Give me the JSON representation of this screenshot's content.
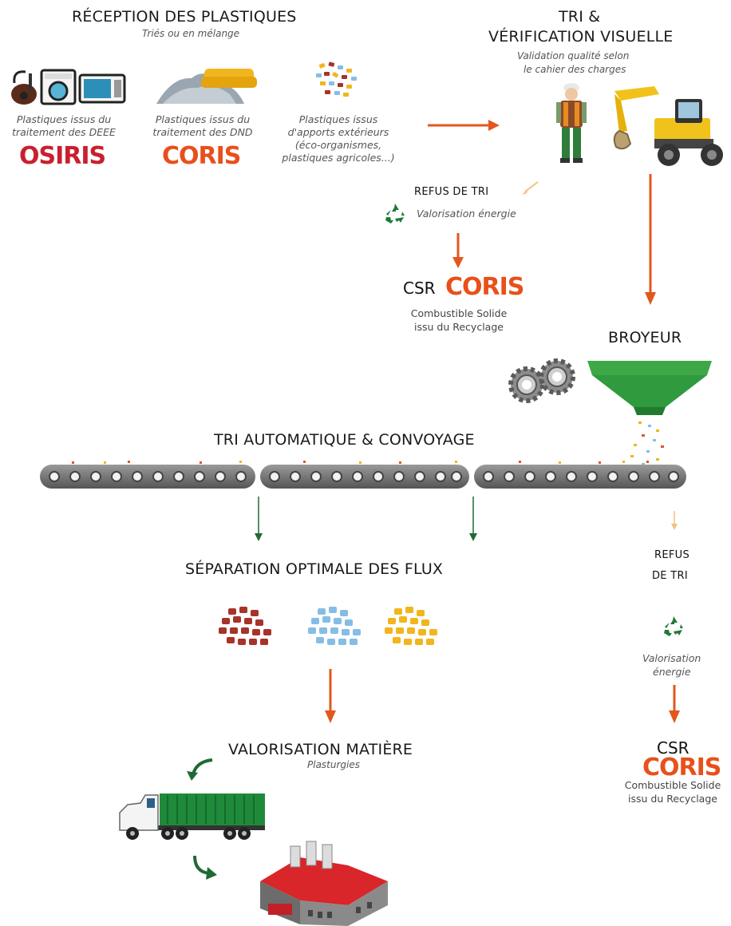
{
  "reception": {
    "title": "RÉCEPTION DES PLASTIQUES",
    "subtitle": "Triés ou en mélange"
  },
  "sources": [
    {
      "caption": "Plastiques issus du traitement des DEEE",
      "logo": "OSIRIS",
      "icon": "appliances-icon"
    },
    {
      "caption": "Plastiques issus du traitement des DND",
      "logo": "CORIS",
      "icon": "waste-pile-sofa-icon"
    },
    {
      "caption": "Plastiques issus d'apports extérieurs (éco-organismes, plastiques agricoles...)",
      "icon": "mixed-pellets-icon"
    }
  ],
  "tri_verif": {
    "title_line1": "TRI &",
    "title_line2": "VÉRIFICATION VISUELLE",
    "subtitle_line1": "Validation qualité selon",
    "subtitle_line2": "le cahier des charges"
  },
  "refus_top": {
    "title": "REFUS DE TRI",
    "sub": "Valorisation énergie"
  },
  "csr_top": {
    "label": "CSR",
    "logo": "CORIS",
    "desc_line1": "Combustible Solide",
    "desc_line2": "issu du Recyclage"
  },
  "broyeur": {
    "title": "BROYEUR"
  },
  "tri_auto": {
    "title": "TRI AUTOMATIQUE & CONVOYAGE"
  },
  "separation": {
    "title": "SÉPARATION OPTIMALE DES FLUX"
  },
  "valorisation": {
    "title": "VALORISATION MATIÈRE",
    "subtitle": "Plasturgies"
  },
  "refus_right": {
    "line1": "REFUS",
    "line2": "DE TRI",
    "sub_line1": "Valorisation",
    "sub_line2": "énergie"
  },
  "csr_right": {
    "label": "CSR",
    "logo": "CORIS",
    "desc_line1": "Combustible Solide",
    "desc_line2": "issu du Recyclage"
  },
  "colors": {
    "arrow_orange": "#e2571f",
    "arrow_green": "#1f6b33",
    "arrow_light": "#f1c27a",
    "hopper_green": "#2f9a3e",
    "recycle_green": "#1f7a35",
    "pellet_red": "#a8332a",
    "pellet_blue": "#86bde6",
    "pellet_yellow": "#f1b61e",
    "osiris_red": "#c8202f",
    "coris_orange": "#e8501b"
  }
}
